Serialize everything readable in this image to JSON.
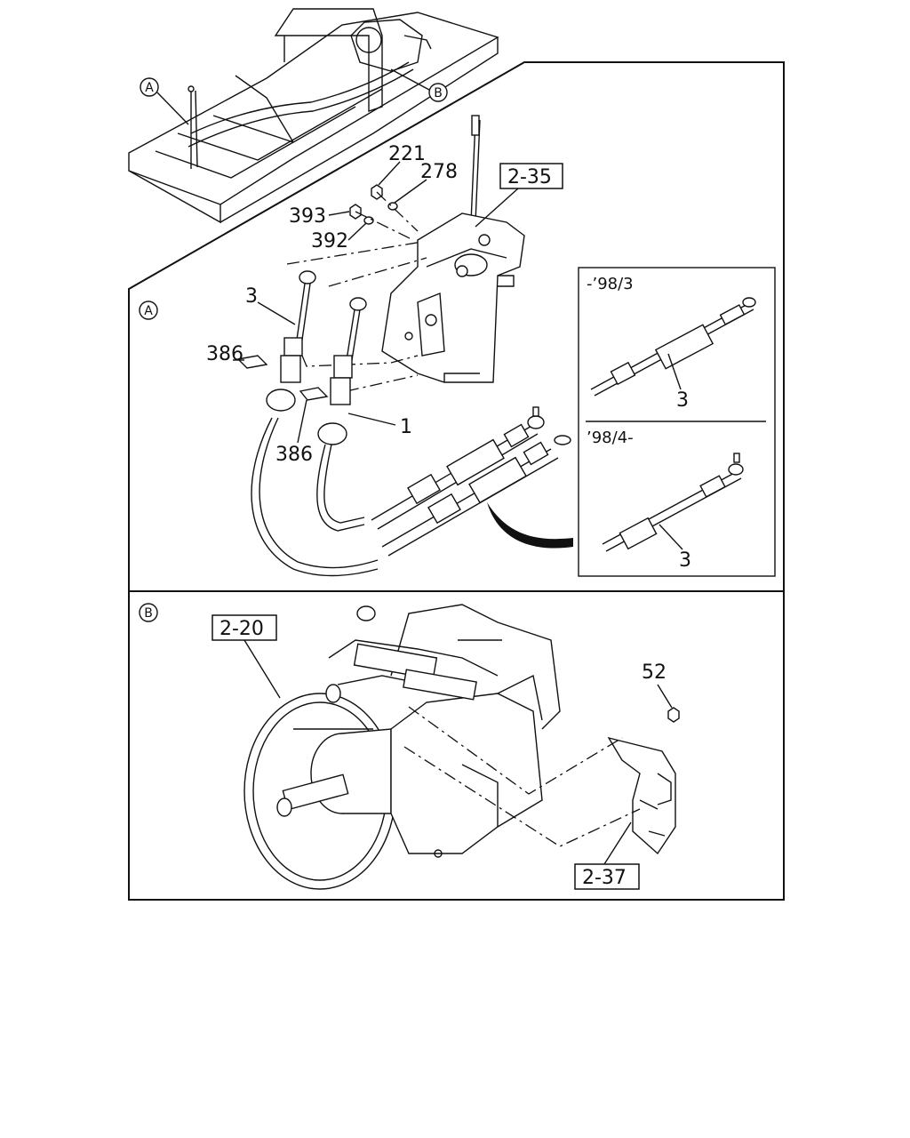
{
  "views": {
    "A": {
      "marker": "A"
    },
    "B": {
      "marker": "B"
    }
  },
  "reference_boxes": {
    "ref_2_35": "2-35",
    "ref_2_20": "2-20",
    "ref_2_37": "2-37"
  },
  "part_labels": {
    "p221": "221",
    "p278": "278",
    "p393": "393",
    "p392": "392",
    "p3_main": "3",
    "p386_top": "386",
    "p386_bottom": "386",
    "p1": "1",
    "p52": "52",
    "p3_inset_top": "3",
    "p3_inset_bottom": "3"
  },
  "inset": {
    "top_period": "-’98/3",
    "bottom_period": "’98/4-"
  }
}
